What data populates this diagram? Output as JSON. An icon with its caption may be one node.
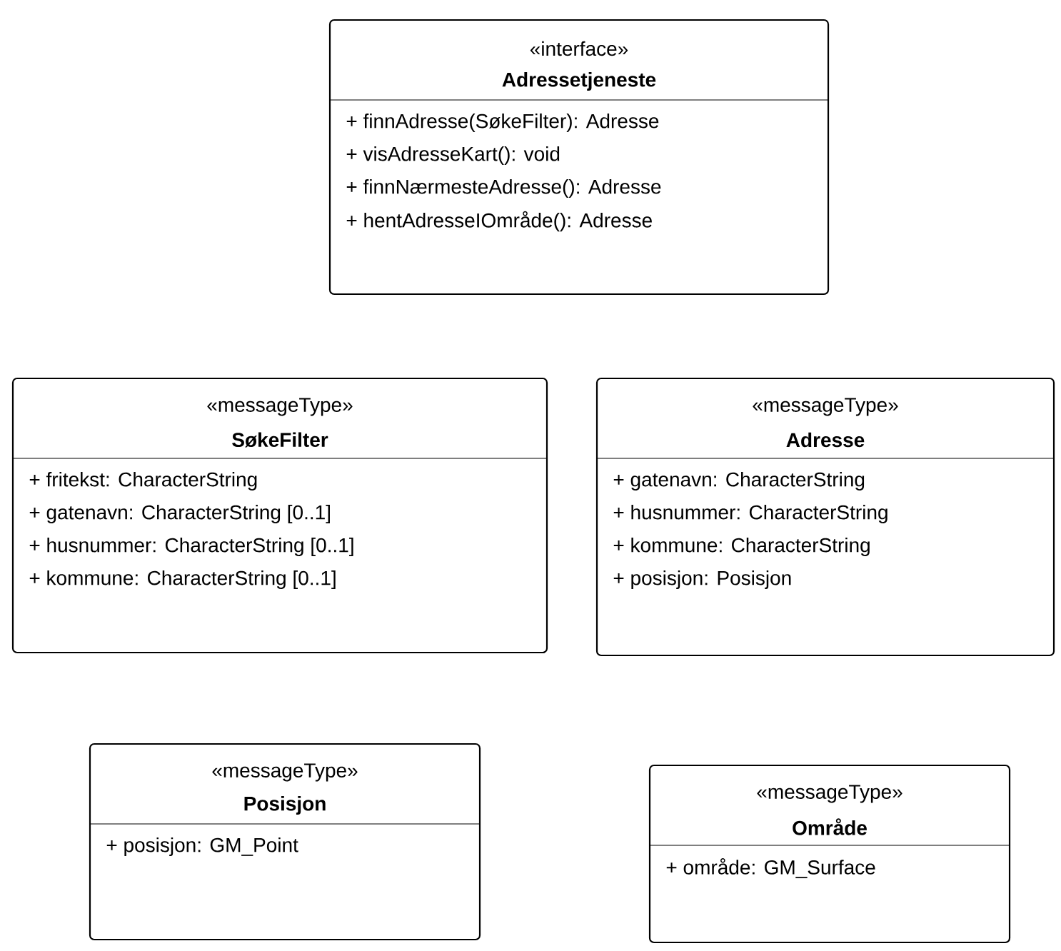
{
  "diagram": {
    "nodes": [
      {
        "text": [
          "«interface»",
          "Adressetjeneste",
          "+ finnAdresse(SøkeFilter): Adresse",
          "+ visAdresseKart(): void",
          "+ finnNærmesteAdresse(): Adresse",
          "+ hentAdresseIOmråde(): Adresse"
        ]
      },
      {
        "text": [
          "«messageType»",
          "SøkeFilter",
          "+ fritekst: CharacterString",
          "+ gatenavn: CharacterString [0..1]",
          "+ husnummer: CharacterString [0..1]",
          "+ kommune: CharacterString [0..1]"
        ]
      },
      {
        "text": [
          "«messageType»",
          "Adresse",
          "+ gatenavn: CharacterString",
          "+ husnummer: CharacterString",
          "+ kommune: CharacterString",
          "+ posisjon: Posisjon"
        ]
      },
      {
        "text": [
          "«messageType»",
          "Posisjon",
          "+ posisjon: GM_Point"
        ]
      },
      {
        "text": [
          "«messageType»",
          "Område",
          "+ område: GM_Surface"
        ]
      }
    ]
  }
}
